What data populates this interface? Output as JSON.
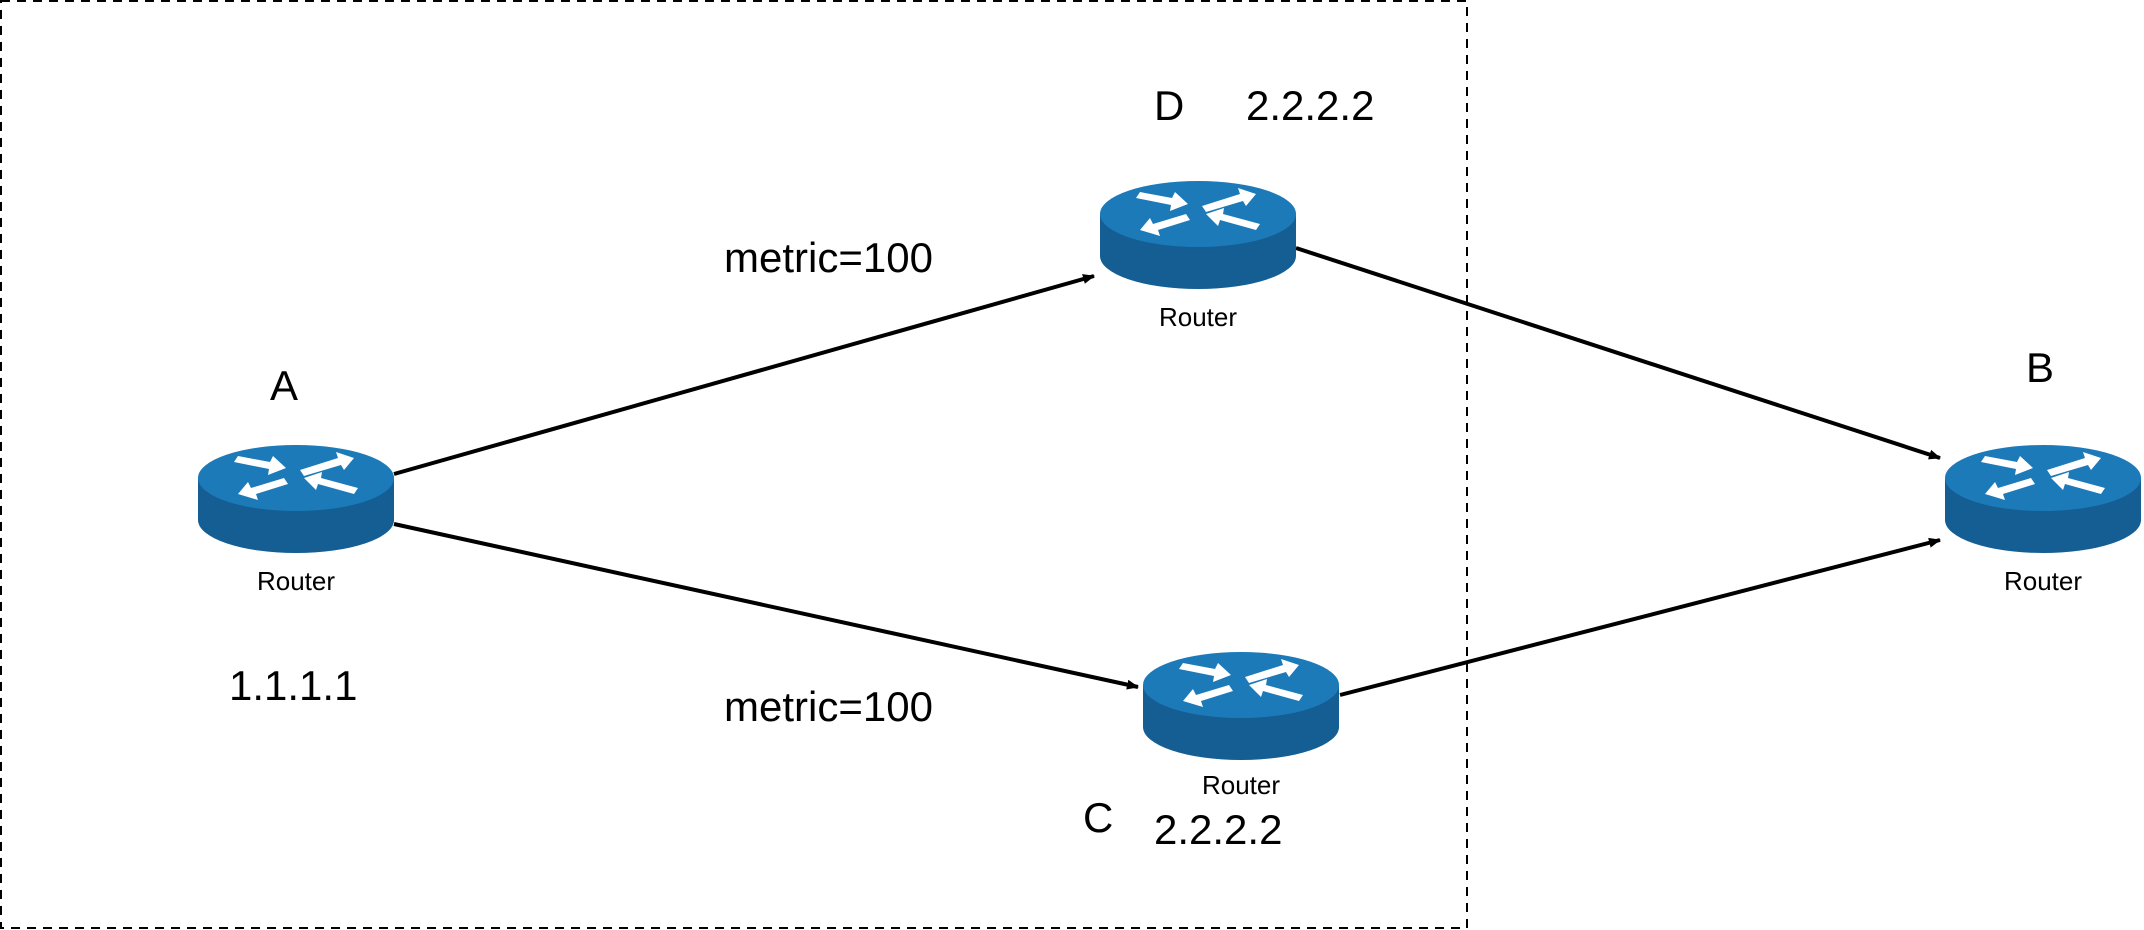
{
  "diagram": {
    "routers": {
      "a": {
        "letter": "A",
        "label": "Router",
        "ip": "1.1.1.1"
      },
      "d": {
        "letter": "D",
        "label": "Router",
        "ip": "2.2.2.2"
      },
      "c": {
        "letter": "C",
        "label": "Router",
        "ip": "2.2.2.2"
      },
      "b": {
        "letter": "B",
        "label": "Router"
      }
    },
    "links": {
      "a_to_d": {
        "metric": "metric=100"
      },
      "a_to_c": {
        "metric": "metric=100"
      }
    },
    "colors": {
      "router_top": "#1d7ab9",
      "router_side": "#145e93",
      "router_arrows": "#ffffff",
      "link": "#000000",
      "boundary": "#000000"
    },
    "icons": {
      "router": "router-icon"
    }
  }
}
